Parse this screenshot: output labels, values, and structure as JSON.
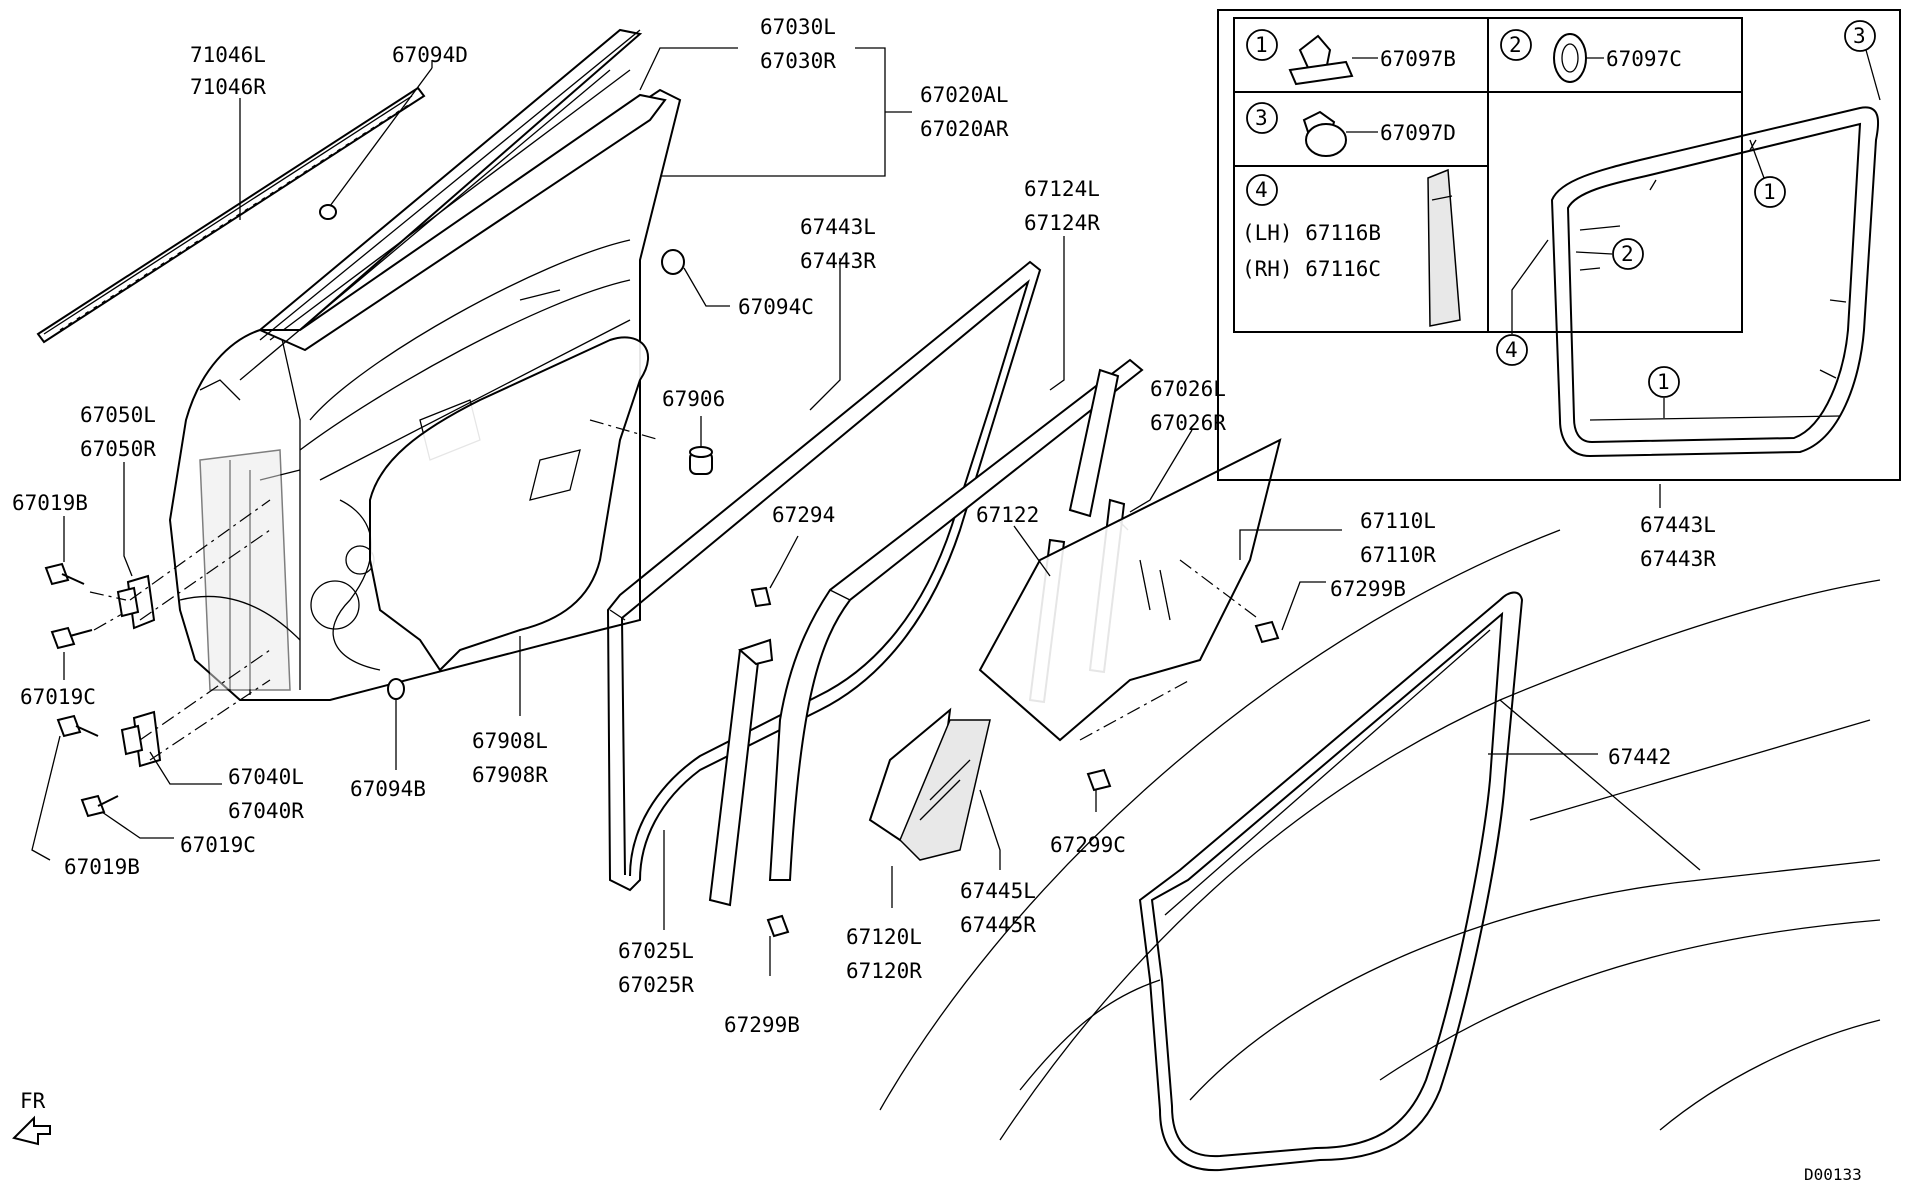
{
  "labels": {
    "p71046L": "71046L",
    "p71046R": "71046R",
    "p67094D": "67094D",
    "p67030L": "67030L",
    "p67030R": "67030R",
    "p67020AL": "67020AL",
    "p67020AR": "67020AR",
    "p67094C": "67094C",
    "p67906": "67906",
    "p67050L": "67050L",
    "p67050R": "67050R",
    "p67019B_a": "67019B",
    "p67019C_a": "67019C",
    "p67019B_b": "67019B",
    "p67019C_b": "67019C",
    "p67040L": "67040L",
    "p67040R": "67040R",
    "p67094B": "67094B",
    "p67908L": "67908L",
    "p67908R": "67908R",
    "p67443L_a": "67443L",
    "p67443R_a": "67443R",
    "p67124L": "67124L",
    "p67124R": "67124R",
    "p67026L": "67026L",
    "p67026R": "67026R",
    "p67294": "67294",
    "p67122": "67122",
    "p67110L": "67110L",
    "p67110R": "67110R",
    "p67299B_a": "67299B",
    "p67299B_b": "67299B",
    "p67299C": "67299C",
    "p67442": "67442",
    "p67025L": "67025L",
    "p67025R": "67025R",
    "p67120L": "67120L",
    "p67120R": "67120R",
    "p67445L": "67445L",
    "p67445R": "67445R",
    "p67443L_b": "67443L",
    "p67443R_b": "67443R",
    "fr": "FR",
    "code": "D00133"
  },
  "inset": {
    "n1": "1",
    "n2": "2",
    "n3": "3",
    "n4": "4",
    "item1": "67097B",
    "item2": "67097C",
    "item3": "67097D",
    "item4_lh": "(LH) 67116B",
    "item4_rh": "(RH) 67116C",
    "callout1a": "1",
    "callout1b": "1",
    "callout2": "2",
    "callout3": "3",
    "callout4": "4"
  }
}
